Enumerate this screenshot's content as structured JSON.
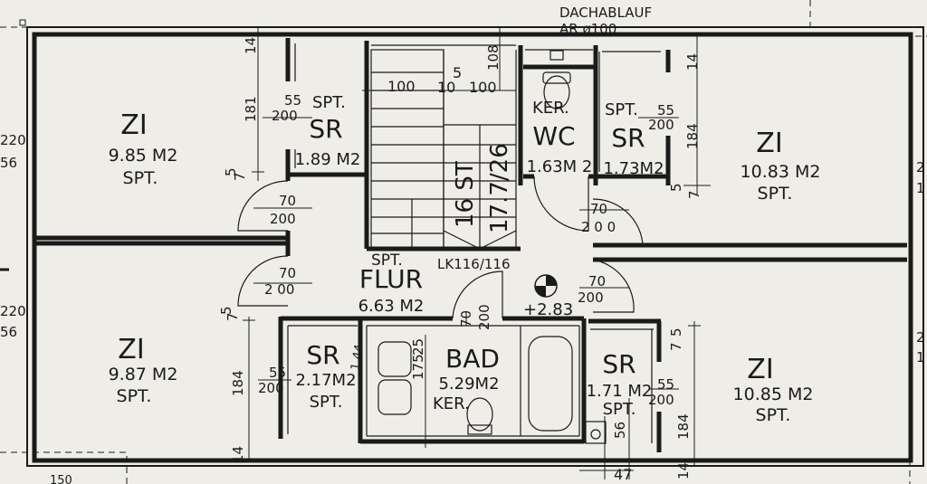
{
  "header": {
    "drain_label": "DACHABLAUF",
    "drain_size": "AR  ø100"
  },
  "rooms": {
    "zi_nw": {
      "name": "ZI",
      "area": "9.85 M2",
      "floor": "SPT."
    },
    "zi_sw": {
      "name": "ZI",
      "area": "9.87 M2",
      "floor": "SPT."
    },
    "zi_ne": {
      "name": "ZI",
      "area": "10.83 M2",
      "floor": "SPT."
    },
    "zi_se": {
      "name": "ZI",
      "area": "10.85 M2",
      "floor": "SPT."
    },
    "sr_nw": {
      "name": "SR",
      "area": "1.89 M2",
      "floor": "SPT."
    },
    "sr_sw": {
      "name": "SR",
      "area": "2.17M2",
      "floor": "SPT."
    },
    "sr_ne": {
      "name": "SR",
      "area": "1.73M2",
      "floor": "SPT."
    },
    "sr_se": {
      "name": "SR",
      "area": "1.71 M2",
      "floor": "SPT."
    },
    "wc": {
      "name": "WC",
      "area": "1.63M 2",
      "floor": "KER."
    },
    "bad": {
      "name": "BAD",
      "area": "5.29M2",
      "floor": "KER."
    },
    "flur": {
      "name": "FLUR",
      "area": "6.63 M2",
      "floor": "SPT."
    }
  },
  "stair": {
    "steps": "16 ST",
    "ratio": "17.7/26"
  },
  "annotations": {
    "light_dome": "LK116/116",
    "level": "+2.83"
  },
  "dimensions": {
    "d100a": "100",
    "d10": "10",
    "d5": "5",
    "d100b": "100",
    "d108": "108",
    "d14a": "14",
    "d181": "181",
    "d5a": "5",
    "d7a": "7",
    "d55a": "55",
    "d200a": "200",
    "d70a": "70",
    "d200b": "200",
    "d70b": "70",
    "d200c": "2 00",
    "d5b": "5",
    "d7b": "7",
    "d184a": "184",
    "d55b": "55",
    "d200d": "200",
    "d14b": "14",
    "d144": "1,44",
    "d175": "175",
    "d25": "25",
    "d70c": "70",
    "d200e": "200",
    "d14c": "14",
    "d184b": "184",
    "d5c": "5",
    "d7c": "7",
    "d55c": "55",
    "d200f": "200",
    "d70d": "70",
    "d200g": "2 0 0",
    "d70e": "70",
    "d200h": "200",
    "d7d": "7",
    "d5d": "5",
    "d55d": "55",
    "d200i": "200",
    "d184c": "184",
    "d14d": "14",
    "d56": "56",
    "d47": "47",
    "e220a": "220",
    "e56a": "56",
    "e220b": "220",
    "e56b": "56",
    "e2a": "2",
    "e1a": "1",
    "e2b": "2",
    "e1b": "1",
    "e150": "150"
  }
}
